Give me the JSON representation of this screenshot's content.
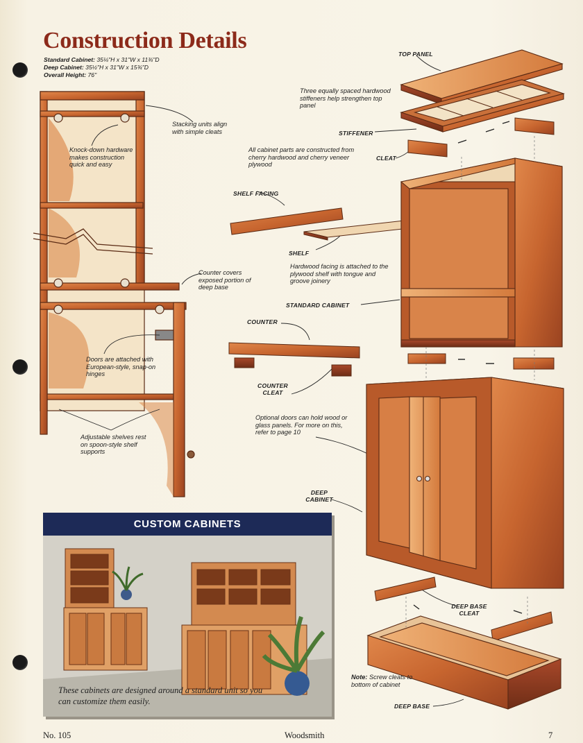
{
  "title": "Construction Details",
  "specs": [
    {
      "label": "Standard Cabinet:",
      "value": "35¼\"H x 31\"W x 11¾\"D"
    },
    {
      "label": "Deep Cabinet:",
      "value": "35½\"H x 31\"W x 15¾\"D"
    },
    {
      "label": "Overall Height:",
      "value": "76\""
    }
  ],
  "callouts": {
    "knock_down": "Knock-down hardware makes construction quick and easy",
    "stacking": "Stacking units align with simple cleats",
    "counter_covers": "Counter covers exposed portion of deep base",
    "doors": "Doors are attached with European-style, snap-on hinges",
    "shelves": "Adjustable shelves rest on spoon-style shelf supports",
    "stiffeners": "Three equally spaced hardwood stiffeners help strengthen top panel",
    "cherry": "All cabinet parts are constructed from cherry hardwood and cherry veneer plywood",
    "facing": "Hardwood facing is attached to the plywood shelf with tongue and groove joinery",
    "optional_doors": "Optional doors can hold wood or glass panels. For more on this, refer to page 10",
    "note_label": "Note:",
    "note": "Screw cleats to bottom of cabinet"
  },
  "parts": {
    "top_panel": "TOP PANEL",
    "stiffener": "STIFFENER",
    "cleat": "CLEAT",
    "shelf_facing": "SHELF FACING",
    "shelf": "SHELF",
    "standard_cabinet": "STANDARD CABINET",
    "counter": "COUNTER",
    "counter_cleat": "COUNTER CLEAT",
    "deep_cabinet": "DEEP CABINET",
    "deep_base_cleat": "DEEP BASE CLEAT",
    "deep_base": "DEEP BASE"
  },
  "sidebar": {
    "heading": "CUSTOM CABINETS",
    "caption": "These cabinets are designed around a standard unit so you can customize them easily."
  },
  "footer": {
    "issue": "No. 105",
    "magazine": "Woodsmith",
    "page": "7"
  },
  "colors": {
    "title": "#8c2a1a",
    "wood": "#c7652f",
    "wood_dark": "#8a3a1c",
    "sidebar_header": "#1d2a57"
  }
}
